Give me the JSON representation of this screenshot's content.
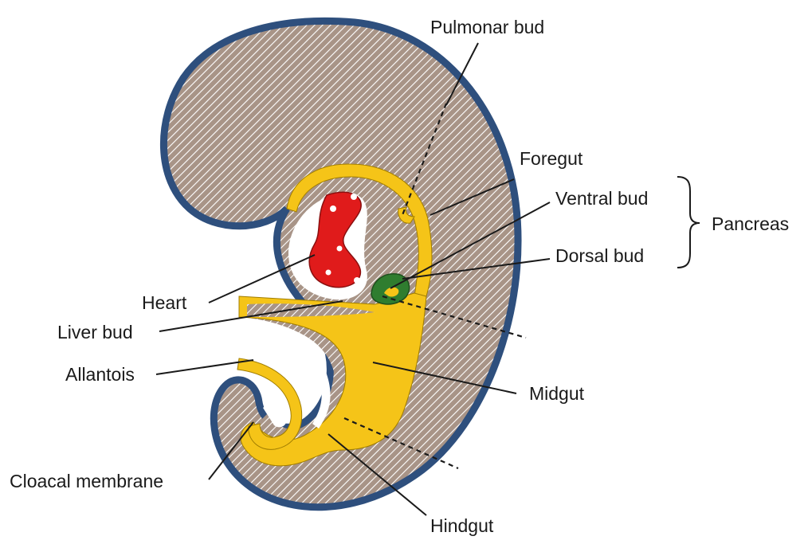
{
  "diagram": {
    "colors": {
      "tissue": "#a89487",
      "tissue_hatch": "#ffffff",
      "outline": "#2e4f7d",
      "gut": "#f5c418",
      "heart": "#e01b1b",
      "pancreas_bud": "#2f7d2f"
    },
    "labels": {
      "pulmonar_bud": "Pulmonar bud",
      "foregut": "Foregut",
      "ventral_bud": "Ventral bud",
      "dorsal_bud": "Dorsal bud",
      "pancreas": "Pancreas",
      "heart": "Heart",
      "liver_bud": "Liver bud",
      "allantois": "Allantois",
      "midgut": "Midgut",
      "cloacal_membrane": "Cloacal membrane",
      "hindgut": "Hindgut"
    }
  }
}
